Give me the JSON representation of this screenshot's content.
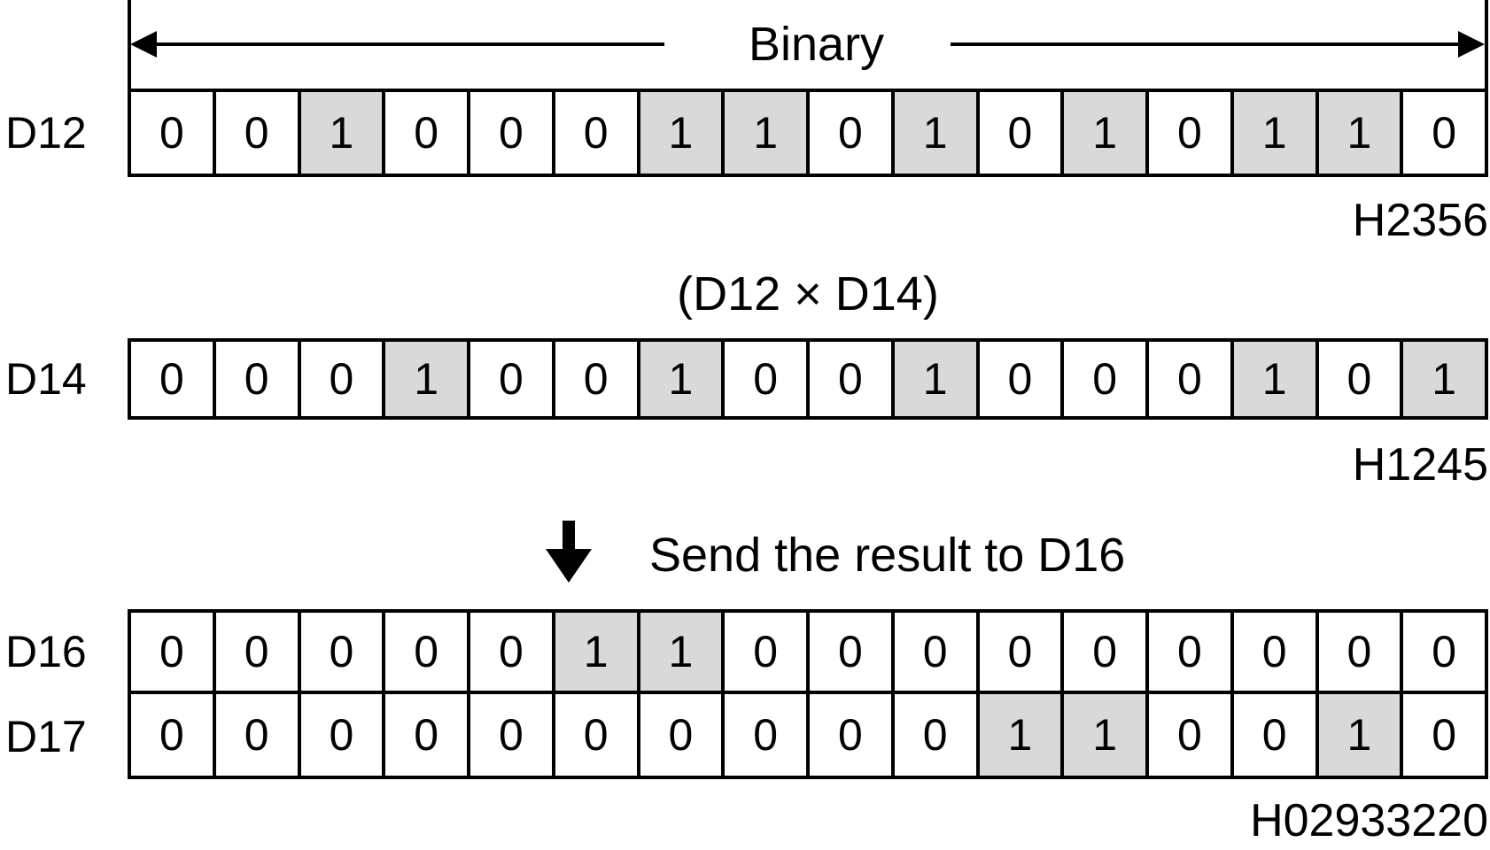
{
  "header": {
    "binary_label": "Binary"
  },
  "operation_label": "(D12 × D14)",
  "send_note": "Send the result to D16",
  "result_hex": "H02933220",
  "registers": [
    {
      "id": "D12",
      "label": "D12",
      "hex": "H2356",
      "bits": [
        "0",
        "0",
        "1",
        "0",
        "0",
        "0",
        "1",
        "1",
        "0",
        "1",
        "0",
        "1",
        "0",
        "1",
        "1",
        "0"
      ]
    },
    {
      "id": "D14",
      "label": "D14",
      "hex": "H1245",
      "bits": [
        "0",
        "0",
        "0",
        "1",
        "0",
        "0",
        "1",
        "0",
        "0",
        "1",
        "0",
        "0",
        "0",
        "1",
        "0",
        "1"
      ]
    },
    {
      "id": "D16",
      "label": "D16",
      "hex": "",
      "bits": [
        "0",
        "0",
        "0",
        "0",
        "0",
        "1",
        "1",
        "0",
        "0",
        "0",
        "0",
        "0",
        "0",
        "0",
        "0",
        "0"
      ]
    },
    {
      "id": "D17",
      "label": "D17",
      "hex": "",
      "bits": [
        "0",
        "0",
        "0",
        "0",
        "0",
        "0",
        "0",
        "0",
        "0",
        "0",
        "1",
        "1",
        "0",
        "0",
        "1",
        "0"
      ]
    }
  ],
  "icons": {
    "left_arrowhead": "left-arrowhead",
    "right_arrowhead": "right-arrowhead",
    "down_arrow": "down-arrow"
  },
  "colors": {
    "background": "#ffffff",
    "line": "#000000",
    "bit_on_bg": "#d9d9d9"
  }
}
